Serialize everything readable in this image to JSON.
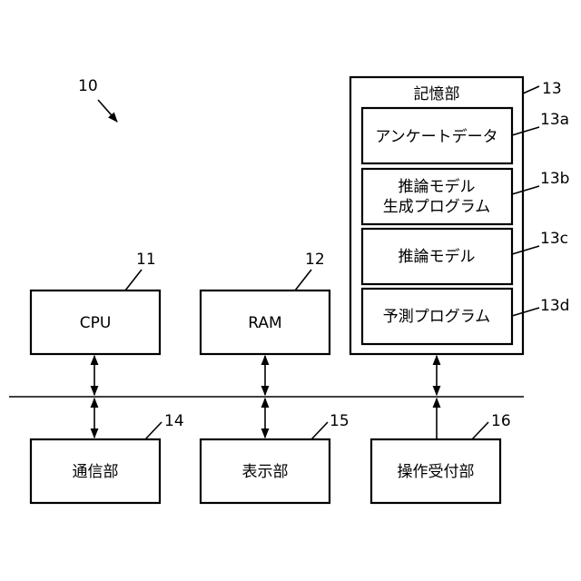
{
  "figure_ref": "10",
  "components": {
    "cpu": {
      "label": "CPU",
      "ref": "11"
    },
    "ram": {
      "label": "RAM",
      "ref": "12"
    },
    "storage": {
      "label": "記憶部",
      "ref": "13"
    },
    "comm": {
      "label": "通信部",
      "ref": "14"
    },
    "display": {
      "label": "表示部",
      "ref": "15"
    },
    "input": {
      "label": "操作受付部",
      "ref": "16"
    }
  },
  "storage_items": [
    {
      "lines": [
        "アンケートデータ"
      ],
      "ref": "13a"
    },
    {
      "lines": [
        "推論モデル",
        "生成プログラム"
      ],
      "ref": "13b"
    },
    {
      "lines": [
        "推論モデル"
      ],
      "ref": "13c"
    },
    {
      "lines": [
        "予測プログラム"
      ],
      "ref": "13d"
    }
  ]
}
